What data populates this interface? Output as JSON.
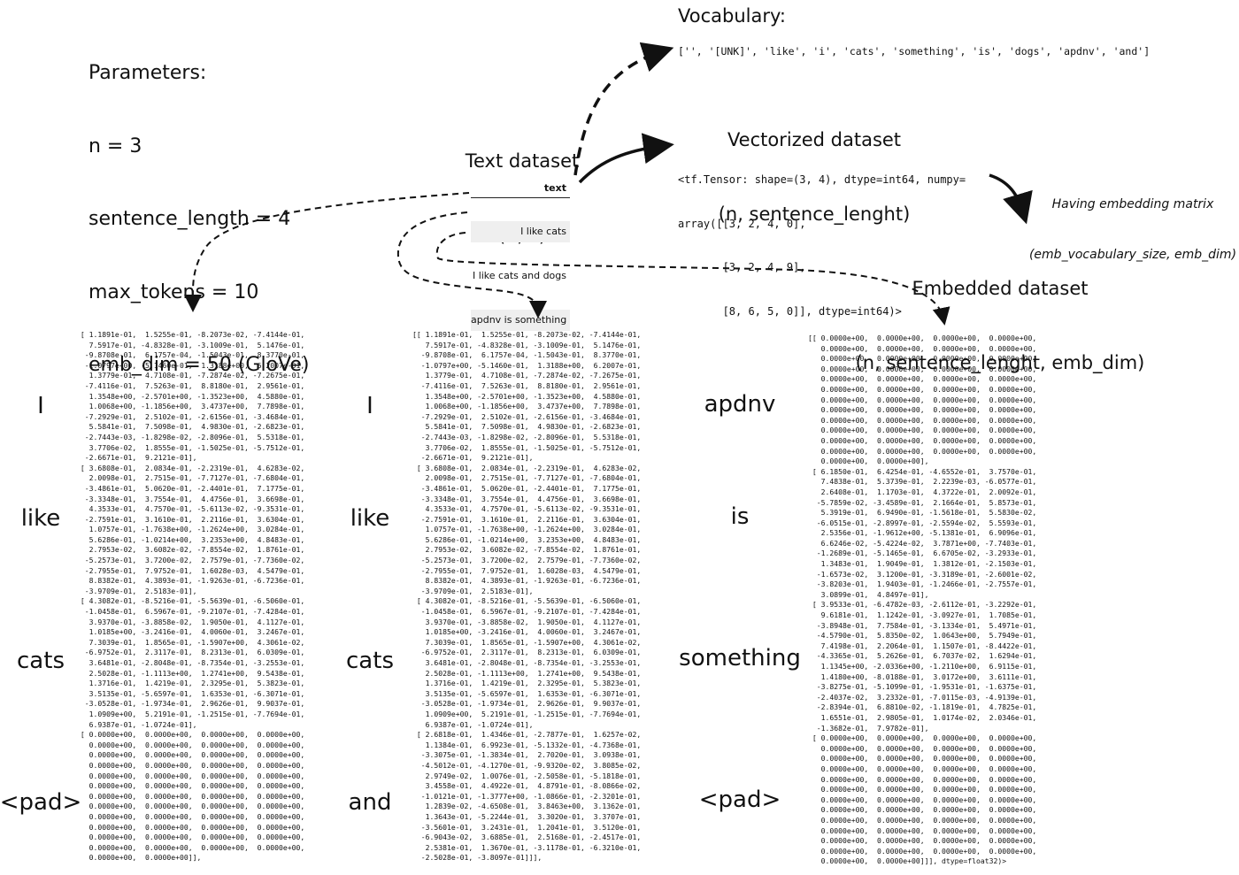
{
  "parameters": {
    "heading": "Parameters:",
    "lines": [
      "n = 3",
      "sentence_length = 4",
      "max_tokens = 10",
      "emb_dim = 50 (GloVe)"
    ]
  },
  "text_dataset": {
    "title": "Text dataset",
    "shape": "(n, ?)",
    "column_header": "text",
    "rows": [
      "I like cats",
      "I like cats and dogs",
      "apdnv is something"
    ]
  },
  "vocabulary": {
    "title": "Vocabulary:",
    "list": "['', '[UNK]', 'like', 'i', 'cats', 'something', 'is', 'dogs', 'apdnv', 'and']"
  },
  "vectorized": {
    "title": "Vectorized dataset",
    "shape": "(n, sentence_lenght)",
    "tensor_lines": [
      "<tf.Tensor: shape=(3, 4), dtype=int64, numpy=",
      "array([[3, 2, 4, 0],",
      "       [3, 2, 4, 9],",
      "       [8, 6, 5, 0]], dtype=int64)>"
    ]
  },
  "embedding_note": {
    "line1": "Having embedding matrix",
    "line2": "(emb_vocabulary_size, emb_dim)"
  },
  "embedded": {
    "title": "Embedded dataset",
    "shape": "(n, sentence_lenght, emb_dim)"
  },
  "sentences": [
    {
      "tokens": [
        "I",
        "like",
        "cats",
        "<pad>"
      ],
      "matrix": [
        " [ 1.1891e-01,  1.5255e-01, -8.2073e-02, -7.4144e-01,",
        "   7.5917e-01, -4.8328e-01, -3.1009e-01,  5.1476e-01,",
        "  -9.8708e-01,  6.1757e-04, -1.5043e-01,  8.3770e-01,",
        "  -1.0797e+00, -5.1460e-01,  1.3188e+00,  6.2007e-01,",
        "   1.3779e-01,  4.7108e-01, -7.2874e-02, -7.2675e-01,",
        "  -7.4116e-01,  7.5263e-01,  8.8180e-01,  2.9561e-01,",
        "   1.3548e+00, -2.5701e+00, -1.3523e+00,  4.5880e-01,",
        "   1.0068e+00, -1.1856e+00,  3.4737e+00,  7.7898e-01,",
        "  -7.2929e-01,  2.5102e-01, -2.6156e-01, -3.4684e-01,",
        "   5.5841e-01,  7.5098e-01,  4.9830e-01, -2.6823e-01,",
        "  -2.7443e-03, -1.8298e-02, -2.8096e-01,  5.5318e-01,",
        "   3.7706e-02,  1.8555e-01, -1.5025e-01, -5.7512e-01,",
        "  -2.6671e-01,  9.2121e-01],",
        " [ 3.6808e-01,  2.0834e-01, -2.2319e-01,  4.6283e-02,",
        "   2.0098e-01,  2.7515e-01, -7.7127e-01, -7.6804e-01,",
        "  -3.4861e-01,  5.0620e-01, -2.4401e-01,  7.1775e-01,",
        "  -3.3348e-01,  3.7554e-01,  4.4756e-01,  3.6698e-01,",
        "   4.3533e-01,  4.7570e-01, -5.6113e-02, -9.3531e-01,",
        "  -2.7591e-01,  3.1610e-01,  2.2116e-01,  3.6304e-01,",
        "   1.0757e-01, -1.7638e+00, -1.2624e+00,  3.0284e-01,",
        "   5.6286e-01, -1.0214e+00,  3.2353e+00,  4.8483e-01,",
        "   2.7953e-02,  3.6082e-02, -7.8554e-02,  1.8761e-01,",
        "  -5.2573e-01,  3.7200e-02,  2.7579e-01, -7.7360e-02,",
        "  -2.7955e-01,  7.9752e-01,  1.6028e-03,  4.5479e-01,",
        "   8.8382e-01,  4.3893e-01, -1.9263e-01, -6.7236e-01,",
        "  -3.9709e-01,  2.5183e-01],",
        " [ 4.3082e-01, -8.5216e-01, -5.5639e-01, -6.5060e-01,",
        "  -1.0458e-01,  6.5967e-01, -9.2107e-01, -7.4284e-01,",
        "   3.9370e-01, -3.8858e-02,  1.9050e-01,  4.1127e-01,",
        "   1.0185e+00, -3.2416e-01,  4.0060e-01,  3.2467e-01,",
        "   7.3039e-01,  1.8565e-01, -1.5907e+00,  4.3061e-02,",
        "  -6.9752e-01,  2.3117e-01,  8.2313e-01,  6.0309e-01,",
        "   3.6481e-01, -2.8048e-01, -8.7354e-01, -3.2553e-01,",
        "   2.5028e-01, -1.1113e+00,  1.2741e+00,  9.5438e-01,",
        "   1.3716e-01,  1.4219e-01,  2.3295e-01,  5.3823e-01,",
        "   3.5135e-01, -5.6597e-01,  1.6353e-01, -6.3071e-01,",
        "  -3.0528e-01, -1.9734e-01,  2.9626e-01,  9.9037e-01,",
        "   1.0909e+00,  5.2191e-01, -1.2515e-01, -7.7694e-01,",
        "   6.9387e-01, -1.0724e-01],",
        " [ 0.0000e+00,  0.0000e+00,  0.0000e+00,  0.0000e+00,",
        "   0.0000e+00,  0.0000e+00,  0.0000e+00,  0.0000e+00,",
        "   0.0000e+00,  0.0000e+00,  0.0000e+00,  0.0000e+00,",
        "   0.0000e+00,  0.0000e+00,  0.0000e+00,  0.0000e+00,",
        "   0.0000e+00,  0.0000e+00,  0.0000e+00,  0.0000e+00,",
        "   0.0000e+00,  0.0000e+00,  0.0000e+00,  0.0000e+00,",
        "   0.0000e+00,  0.0000e+00,  0.0000e+00,  0.0000e+00,",
        "   0.0000e+00,  0.0000e+00,  0.0000e+00,  0.0000e+00,",
        "   0.0000e+00,  0.0000e+00,  0.0000e+00,  0.0000e+00,",
        "   0.0000e+00,  0.0000e+00,  0.0000e+00,  0.0000e+00,",
        "   0.0000e+00,  0.0000e+00,  0.0000e+00,  0.0000e+00,",
        "   0.0000e+00,  0.0000e+00,  0.0000e+00,  0.0000e+00,",
        "   0.0000e+00,  0.0000e+00]],"
      ]
    },
    {
      "tokens": [
        "I",
        "like",
        "cats",
        "and"
      ],
      "matrix": [
        "[[ 1.1891e-01,  1.5255e-01, -8.2073e-02, -7.4144e-01,",
        "   7.5917e-01, -4.8328e-01, -3.1009e-01,  5.1476e-01,",
        "  -9.8708e-01,  6.1757e-04, -1.5043e-01,  8.3770e-01,",
        "  -1.0797e+00, -5.1460e-01,  1.3188e+00,  6.2007e-01,",
        "   1.3779e-01,  4.7108e-01, -7.2874e-02, -7.2675e-01,",
        "  -7.4116e-01,  7.5263e-01,  8.8180e-01,  2.9561e-01,",
        "   1.3548e+00, -2.5701e+00, -1.3523e+00,  4.5880e-01,",
        "   1.0068e+00, -1.1856e+00,  3.4737e+00,  7.7898e-01,",
        "  -7.2929e-01,  2.5102e-01, -2.6156e-01, -3.4684e-01,",
        "   5.5841e-01,  7.5098e-01,  4.9830e-01, -2.6823e-01,",
        "  -2.7443e-03, -1.8298e-02, -2.8096e-01,  5.5318e-01,",
        "   3.7706e-02,  1.8555e-01, -1.5025e-01, -5.7512e-01,",
        "  -2.6671e-01,  9.2121e-01],",
        " [ 3.6808e-01,  2.0834e-01, -2.2319e-01,  4.6283e-02,",
        "   2.0098e-01,  2.7515e-01, -7.7127e-01, -7.6804e-01,",
        "  -3.4861e-01,  5.0620e-01, -2.4401e-01,  7.1775e-01,",
        "  -3.3348e-01,  3.7554e-01,  4.4756e-01,  3.6698e-01,",
        "   4.3533e-01,  4.7570e-01, -5.6113e-02, -9.3531e-01,",
        "  -2.7591e-01,  3.1610e-01,  2.2116e-01,  3.6304e-01,",
        "   1.0757e-01, -1.7638e+00, -1.2624e+00,  3.0284e-01,",
        "   5.6286e-01, -1.0214e+00,  3.2353e+00,  4.8483e-01,",
        "   2.7953e-02,  3.6082e-02, -7.8554e-02,  1.8761e-01,",
        "  -5.2573e-01,  3.7200e-02,  2.7579e-01, -7.7360e-02,",
        "  -2.7955e-01,  7.9752e-01,  1.6028e-03,  4.5479e-01,",
        "   8.8382e-01,  4.3893e-01, -1.9263e-01, -6.7236e-01,",
        "  -3.9709e-01,  2.5183e-01],",
        " [ 4.3082e-01, -8.5216e-01, -5.5639e-01, -6.5060e-01,",
        "  -1.0458e-01,  6.5967e-01, -9.2107e-01, -7.4284e-01,",
        "   3.9370e-01, -3.8858e-02,  1.9050e-01,  4.1127e-01,",
        "   1.0185e+00, -3.2416e-01,  4.0060e-01,  3.2467e-01,",
        "   7.3039e-01,  1.8565e-01, -1.5907e+00,  4.3061e-02,",
        "  -6.9752e-01,  2.3117e-01,  8.2313e-01,  6.0309e-01,",
        "   3.6481e-01, -2.8048e-01, -8.7354e-01, -3.2553e-01,",
        "   2.5028e-01, -1.1113e+00,  1.2741e+00,  9.5438e-01,",
        "   1.3716e-01,  1.4219e-01,  2.3295e-01,  5.3823e-01,",
        "   3.5135e-01, -5.6597e-01,  1.6353e-01, -6.3071e-01,",
        "  -3.0528e-01, -1.9734e-01,  2.9626e-01,  9.9037e-01,",
        "   1.0909e+00,  5.2191e-01, -1.2515e-01, -7.7694e-01,",
        "   6.9387e-01, -1.0724e-01],",
        " [ 2.6818e-01,  1.4346e-01, -2.7877e-01,  1.6257e-02,",
        "   1.1384e-01,  6.9923e-01, -5.1332e-01, -4.7368e-01,",
        "  -3.3075e-01, -1.3834e-01,  2.7020e-01,  3.0938e-01,",
        "  -4.5012e-01, -4.1270e-01, -9.9320e-02,  3.8085e-02,",
        "   2.9749e-02,  1.0076e-01, -2.5058e-01, -5.1818e-01,",
        "   3.4558e-01,  4.4922e-01,  4.8791e-01, -8.0866e-02,",
        "  -1.0121e-01, -1.3777e+00, -1.0866e-01, -2.3201e-01,",
        "   1.2839e-02, -4.6508e-01,  3.8463e+00,  3.1362e-01,",
        "   1.3643e-01, -5.2244e-01,  3.3020e-01,  3.3707e-01,",
        "  -3.5601e-01,  3.2431e-01,  1.2041e-01,  3.5120e-01,",
        "  -6.9043e-02,  3.6885e-01,  2.5168e-01, -2.4517e-01,",
        "   2.5381e-01,  1.3670e-01, -3.1178e-01, -6.3210e-01,",
        "  -2.5028e-01, -3.8097e-01]]],"
      ]
    },
    {
      "tokens": [
        "apdnv",
        "is",
        "something",
        "<pad>"
      ],
      "matrix": [
        "[[ 0.0000e+00,  0.0000e+00,  0.0000e+00,  0.0000e+00,",
        "   0.0000e+00,  0.0000e+00,  0.0000e+00,  0.0000e+00,",
        "   0.0000e+00,  0.0000e+00,  0.0000e+00,  0.0000e+00,",
        "   0.0000e+00,  0.0000e+00,  0.0000e+00,  0.0000e+00,",
        "   0.0000e+00,  0.0000e+00,  0.0000e+00,  0.0000e+00,",
        "   0.0000e+00,  0.0000e+00,  0.0000e+00,  0.0000e+00,",
        "   0.0000e+00,  0.0000e+00,  0.0000e+00,  0.0000e+00,",
        "   0.0000e+00,  0.0000e+00,  0.0000e+00,  0.0000e+00,",
        "   0.0000e+00,  0.0000e+00,  0.0000e+00,  0.0000e+00,",
        "   0.0000e+00,  0.0000e+00,  0.0000e+00,  0.0000e+00,",
        "   0.0000e+00,  0.0000e+00,  0.0000e+00,  0.0000e+00,",
        "   0.0000e+00,  0.0000e+00,  0.0000e+00,  0.0000e+00,",
        "   0.0000e+00,  0.0000e+00],",
        " [ 6.1850e-01,  6.4254e-01, -4.6552e-01,  3.7570e-01,",
        "   7.4838e-01,  5.3739e-01,  2.2239e-03, -6.0577e-01,",
        "   2.6408e-01,  1.1703e-01,  4.3722e-01,  2.0092e-01,",
        "  -5.7859e-02, -3.4589e-01,  2.1664e-01,  5.8573e-01,",
        "   5.3919e-01,  6.9490e-01, -1.5618e-01,  5.5830e-02,",
        "  -6.0515e-01, -2.8997e-01, -2.5594e-02,  5.5593e-01,",
        "   2.5356e-01, -1.9612e+00, -5.1381e-01,  6.9096e-01,",
        "   6.6246e-02, -5.4224e-02,  3.7871e+00, -7.7403e-01,",
        "  -1.2689e-01, -5.1465e-01,  6.6705e-02, -3.2933e-01,",
        "   1.3483e-01,  1.9049e-01,  1.3812e-01, -2.1503e-01,",
        "  -1.6573e-02,  3.1200e-01, -3.3189e-01, -2.6001e-02,",
        "  -3.8203e-01,  1.9403e-01, -1.2466e-01, -2.7557e-01,",
        "   3.0899e-01,  4.8497e-01],",
        " [ 3.9533e-01, -6.4782e-03, -2.6112e-01, -3.2292e-01,",
        "   9.6181e-01,  1.1242e-01, -3.0927e-01,  1.7085e-01,",
        "  -3.8948e-01,  7.7584e-01, -3.1334e-01,  5.4971e-01,",
        "  -4.5790e-01,  5.8350e-02,  1.0643e+00,  5.7949e-01,",
        "   7.4198e-01,  2.2064e-01,  1.1507e-01, -8.4422e-01,",
        "  -4.3365e-01,  5.2626e-01,  6.7037e-02,  1.6294e-01,",
        "   1.1345e+00, -2.0336e+00, -1.2110e+00,  6.9115e-01,",
        "   1.4180e+00, -8.0188e-01,  3.0172e+00,  3.6111e-01,",
        "  -3.8275e-01, -5.1099e-01, -1.9531e-01, -1.6375e-01,",
        "  -2.4037e-02,  3.2332e-01, -7.0115e-03, -4.9139e-01,",
        "  -2.8394e-01,  6.8810e-02, -1.1819e-01,  4.7825e-01,",
        "   1.6551e-01,  2.9805e-01,  1.0174e-02,  2.0346e-01,",
        "  -1.3682e-01,  7.9782e-01],",
        " [ 0.0000e+00,  0.0000e+00,  0.0000e+00,  0.0000e+00,",
        "   0.0000e+00,  0.0000e+00,  0.0000e+00,  0.0000e+00,",
        "   0.0000e+00,  0.0000e+00,  0.0000e+00,  0.0000e+00,",
        "   0.0000e+00,  0.0000e+00,  0.0000e+00,  0.0000e+00,",
        "   0.0000e+00,  0.0000e+00,  0.0000e+00,  0.0000e+00,",
        "   0.0000e+00,  0.0000e+00,  0.0000e+00,  0.0000e+00,",
        "   0.0000e+00,  0.0000e+00,  0.0000e+00,  0.0000e+00,",
        "   0.0000e+00,  0.0000e+00,  0.0000e+00,  0.0000e+00,",
        "   0.0000e+00,  0.0000e+00,  0.0000e+00,  0.0000e+00,",
        "   0.0000e+00,  0.0000e+00,  0.0000e+00,  0.0000e+00,",
        "   0.0000e+00,  0.0000e+00,  0.0000e+00,  0.0000e+00,",
        "   0.0000e+00,  0.0000e+00,  0.0000e+00,  0.0000e+00,",
        "   0.0000e+00,  0.0000e+00]]], dtype=float32)>"
      ]
    }
  ]
}
